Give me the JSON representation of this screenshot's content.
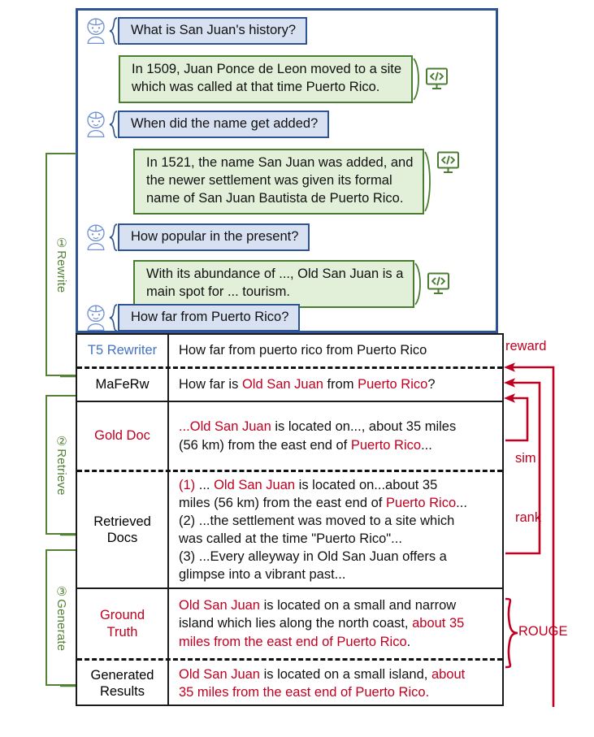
{
  "diagram": {
    "title": "MaFeRw conversational RAG pipeline illustration",
    "accent_blue": "#2e5496",
    "accent_green": "#548235",
    "accent_red": "#c00020",
    "highlight_blue": "#4472c4"
  },
  "conversation": {
    "turns": [
      {
        "role": "user",
        "icon": "user-avatar-icon",
        "text": "What is San Juan's history?"
      },
      {
        "role": "assistant",
        "icon": "code-monitor-icon",
        "lines": [
          "In 1509, Juan Ponce de Leon moved to a site",
          "which was called at that time Puerto Rico."
        ]
      },
      {
        "role": "user",
        "icon": "user-avatar-icon",
        "text": "When did the name get added?"
      },
      {
        "role": "assistant",
        "icon": "code-monitor-icon",
        "lines": [
          "In 1521, the name San Juan was added, and",
          "the newer settlement was given its formal",
          "name of San Juan Bautista de Puerto Rico."
        ]
      },
      {
        "role": "user",
        "icon": "user-avatar-icon",
        "text": "How popular in the present?"
      },
      {
        "role": "assistant",
        "icon": "code-monitor-icon",
        "lines": [
          "With its abundance of ..., Old San Juan is a",
          "main spot for ... tourism."
        ]
      },
      {
        "role": "user",
        "icon": "user-avatar-icon",
        "text": "How far from Puerto Rico?"
      }
    ]
  },
  "stages": [
    {
      "id": "rewrite",
      "label": "①Rewrite"
    },
    {
      "id": "retrieve",
      "label": "②Retrieve"
    },
    {
      "id": "generate",
      "label": "③Generate"
    }
  ],
  "table": {
    "rows": [
      {
        "id": "t5-rewriter",
        "label": "T5 Rewriter",
        "label_color": "blue",
        "content": [
          [
            {
              "t": "How far from puerto rico from Puerto Rico",
              "c": "plain"
            }
          ]
        ]
      },
      {
        "id": "maferw",
        "label": "MaFeRw",
        "label_color": "plain",
        "content": [
          [
            {
              "t": "How far is ",
              "c": "plain"
            },
            {
              "t": "Old San Juan",
              "c": "red"
            },
            {
              "t": " from ",
              "c": "plain"
            },
            {
              "t": "Puerto Rico",
              "c": "red"
            },
            {
              "t": "?",
              "c": "plain"
            }
          ]
        ]
      },
      {
        "id": "gold-doc",
        "label": "Gold Doc",
        "label_color": "red",
        "content": [
          [
            {
              "t": "...",
              "c": "red"
            },
            {
              "t": "Old San Juan",
              "c": "red"
            },
            {
              "t": " is located on..., about 35 miles",
              "c": "plain"
            }
          ],
          [
            {
              "t": "(56 km) from the east end of ",
              "c": "plain"
            },
            {
              "t": "Puerto Rico",
              "c": "red"
            },
            {
              "t": "...",
              "c": "plain"
            }
          ]
        ]
      },
      {
        "id": "retrieved-docs",
        "label": "Retrieved Docs",
        "label_lines": [
          "Retrieved",
          "Docs"
        ],
        "label_color": "plain",
        "content": [
          [
            {
              "t": "(1)",
              "c": "red"
            },
            {
              "t": "  ... ",
              "c": "plain"
            },
            {
              "t": "Old San Juan",
              "c": "red"
            },
            {
              "t": " is located on...about 35",
              "c": "plain"
            }
          ],
          [
            {
              "t": "miles (56 km) from the east end of ",
              "c": "plain"
            },
            {
              "t": "Puerto Rico",
              "c": "red"
            },
            {
              "t": "...",
              "c": "plain"
            }
          ],
          [
            {
              "t": "(2) ...the settlement was moved to a site which",
              "c": "plain"
            }
          ],
          [
            {
              "t": "was called at the time \"Puerto Rico\"...",
              "c": "plain"
            }
          ],
          [
            {
              "t": "(3)  ...Every alleyway in Old San Juan offers a",
              "c": "plain"
            }
          ],
          [
            {
              "t": "glimpse into a vibrant past...",
              "c": "plain"
            }
          ]
        ]
      },
      {
        "id": "ground-truth",
        "label": "Ground Truth",
        "label_lines": [
          "Ground",
          "Truth"
        ],
        "label_color": "red",
        "content": [
          [
            {
              "t": "Old San Juan",
              "c": "red"
            },
            {
              "t": " is located on a small and narrow",
              "c": "plain"
            }
          ],
          [
            {
              "t": "island which lies along the north coast, ",
              "c": "plain"
            },
            {
              "t": "about 35",
              "c": "red"
            }
          ],
          [
            {
              "t": "miles from the east end of Puerto Rico",
              "c": "red"
            },
            {
              "t": ".",
              "c": "plain"
            }
          ]
        ]
      },
      {
        "id": "generated-results",
        "label": "Generated Results",
        "label_lines": [
          "Generated",
          "Results"
        ],
        "label_color": "plain",
        "content": [
          [
            {
              "t": "Old San Juan",
              "c": "red"
            },
            {
              "t": " is located on a small island, ",
              "c": "plain"
            },
            {
              "t": "about",
              "c": "red"
            }
          ],
          [
            {
              "t": "35 miles from the east end of Puerto Rico.",
              "c": "red"
            }
          ]
        ]
      }
    ]
  },
  "annotations": {
    "reward": "reward",
    "sim": "sim",
    "rank": "rank",
    "rouge": "ROUGE"
  }
}
